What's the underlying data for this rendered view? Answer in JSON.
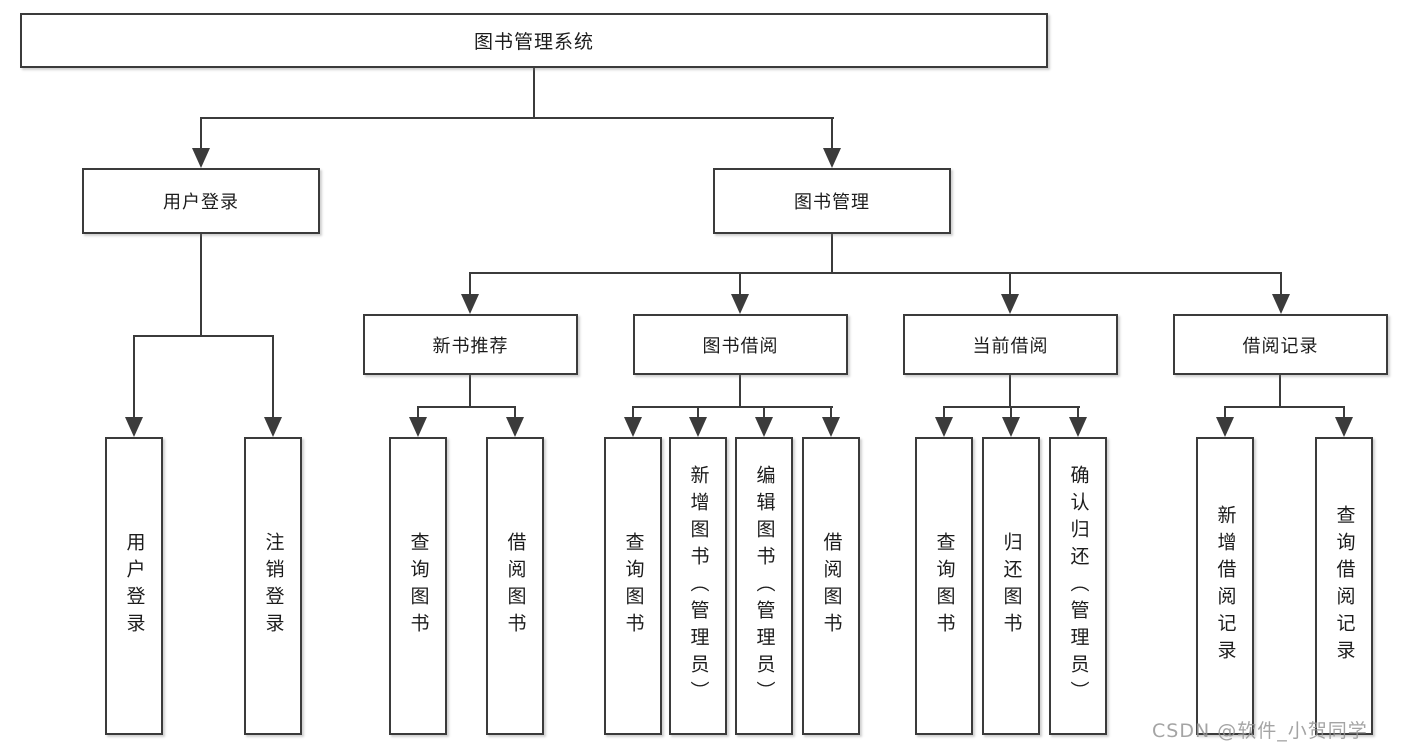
{
  "diagram": {
    "root": {
      "label": "图书管理系统"
    },
    "branches": {
      "user": {
        "label": "用户登录",
        "children": [
          "用户登录",
          "注销登录"
        ]
      },
      "book": {
        "label": "图书管理"
      }
    },
    "book_sections": {
      "new_book": {
        "label": "新书推荐",
        "children": [
          "查询图书",
          "借阅图书"
        ]
      },
      "borrow": {
        "label": "图书借阅",
        "children": [
          "查询图书",
          "新增图书（管理员）",
          "编辑图书（管理员）",
          "借阅图书"
        ]
      },
      "current": {
        "label": "当前借阅",
        "children": [
          "查询图书",
          "归还图书",
          "确认归还（管理员）"
        ]
      },
      "records": {
        "label": "借阅记录",
        "children": [
          "新增借阅记录",
          "查询借阅记录"
        ]
      }
    },
    "line_color": "#3b3b3b"
  },
  "watermark": {
    "text": "CSDN @软件_小贺同学"
  }
}
